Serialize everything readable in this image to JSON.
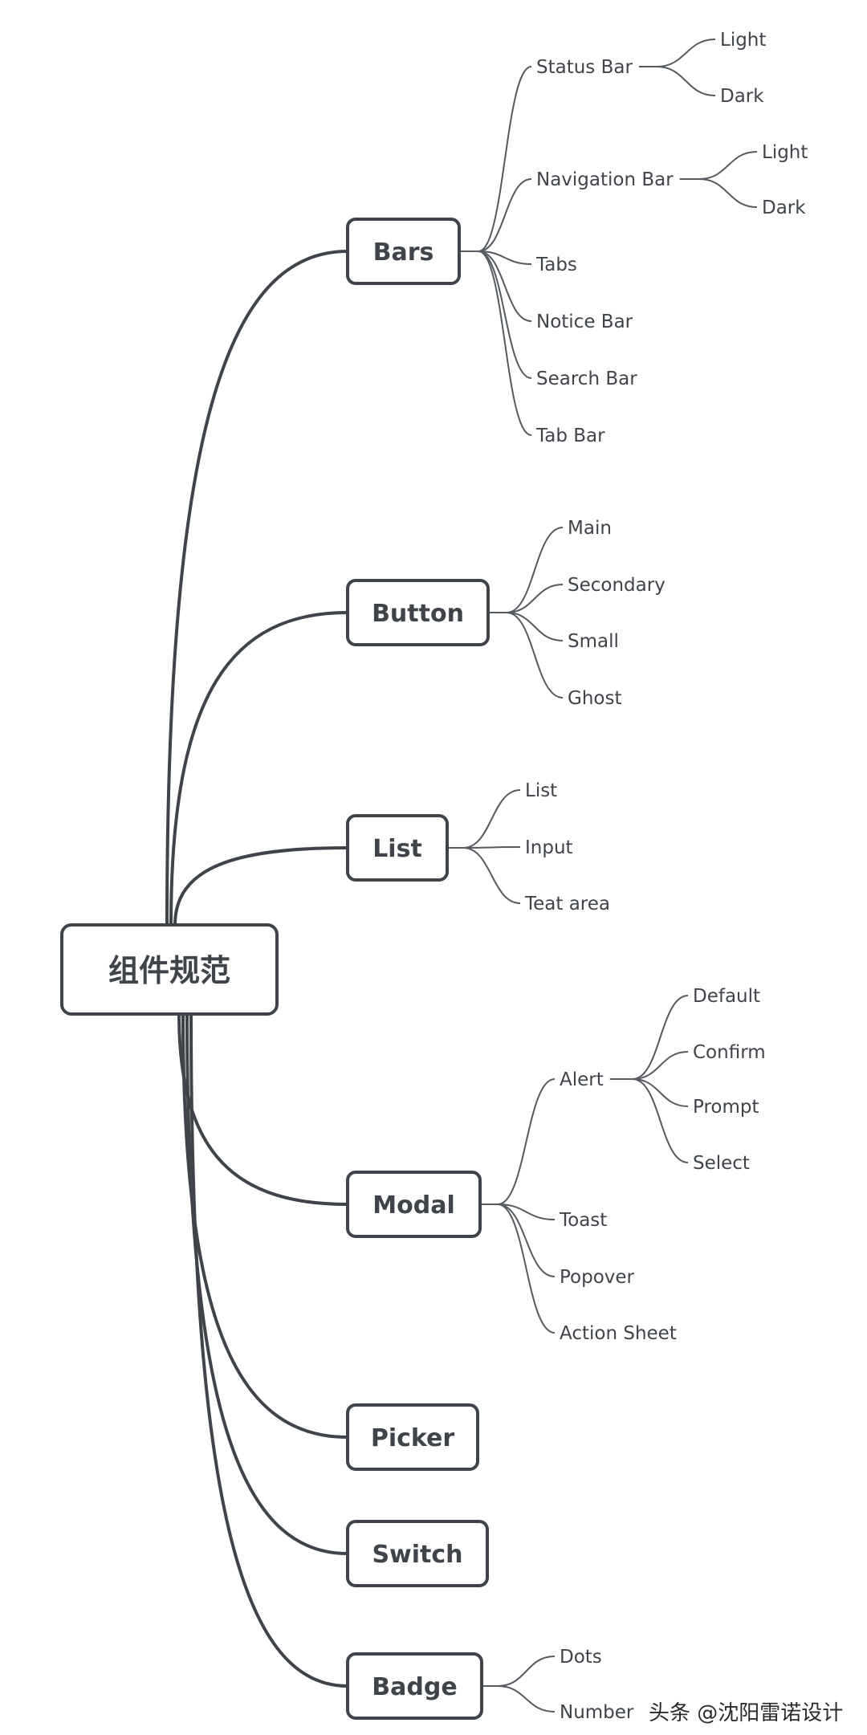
{
  "mindmap": {
    "root": {
      "label": "组件规范"
    },
    "branches": [
      {
        "label": "Bars",
        "children": [
          {
            "label": "Status Bar",
            "children": [
              {
                "label": "Light"
              },
              {
                "label": "Dark"
              }
            ]
          },
          {
            "label": "Navigation Bar",
            "children": [
              {
                "label": "Light"
              },
              {
                "label": "Dark"
              }
            ]
          },
          {
            "label": "Tabs"
          },
          {
            "label": "Notice Bar"
          },
          {
            "label": "Search Bar"
          },
          {
            "label": "Tab Bar"
          }
        ]
      },
      {
        "label": "Button",
        "children": [
          {
            "label": "Main"
          },
          {
            "label": "Secondary"
          },
          {
            "label": "Small"
          },
          {
            "label": "Ghost"
          }
        ]
      },
      {
        "label": "List",
        "children": [
          {
            "label": "List"
          },
          {
            "label": "Input"
          },
          {
            "label": "Teat area"
          }
        ]
      },
      {
        "label": "Modal",
        "children": [
          {
            "label": "Alert",
            "children": [
              {
                "label": "Default"
              },
              {
                "label": "Confirm"
              },
              {
                "label": "Prompt"
              },
              {
                "label": "Select"
              }
            ]
          },
          {
            "label": "Toast"
          },
          {
            "label": "Popover"
          },
          {
            "label": "Action Sheet"
          }
        ]
      },
      {
        "label": "Picker",
        "children": []
      },
      {
        "label": "Switch",
        "children": []
      },
      {
        "label": "Badge",
        "children": [
          {
            "label": "Dots"
          },
          {
            "label": "Number"
          }
        ]
      }
    ]
  },
  "watermark": "头条 @沈阳雷诺设计",
  "colors": {
    "stroke": "#3f444a",
    "text": "#3f444a",
    "thin_line": "#555a60",
    "background": "#ffffff"
  }
}
